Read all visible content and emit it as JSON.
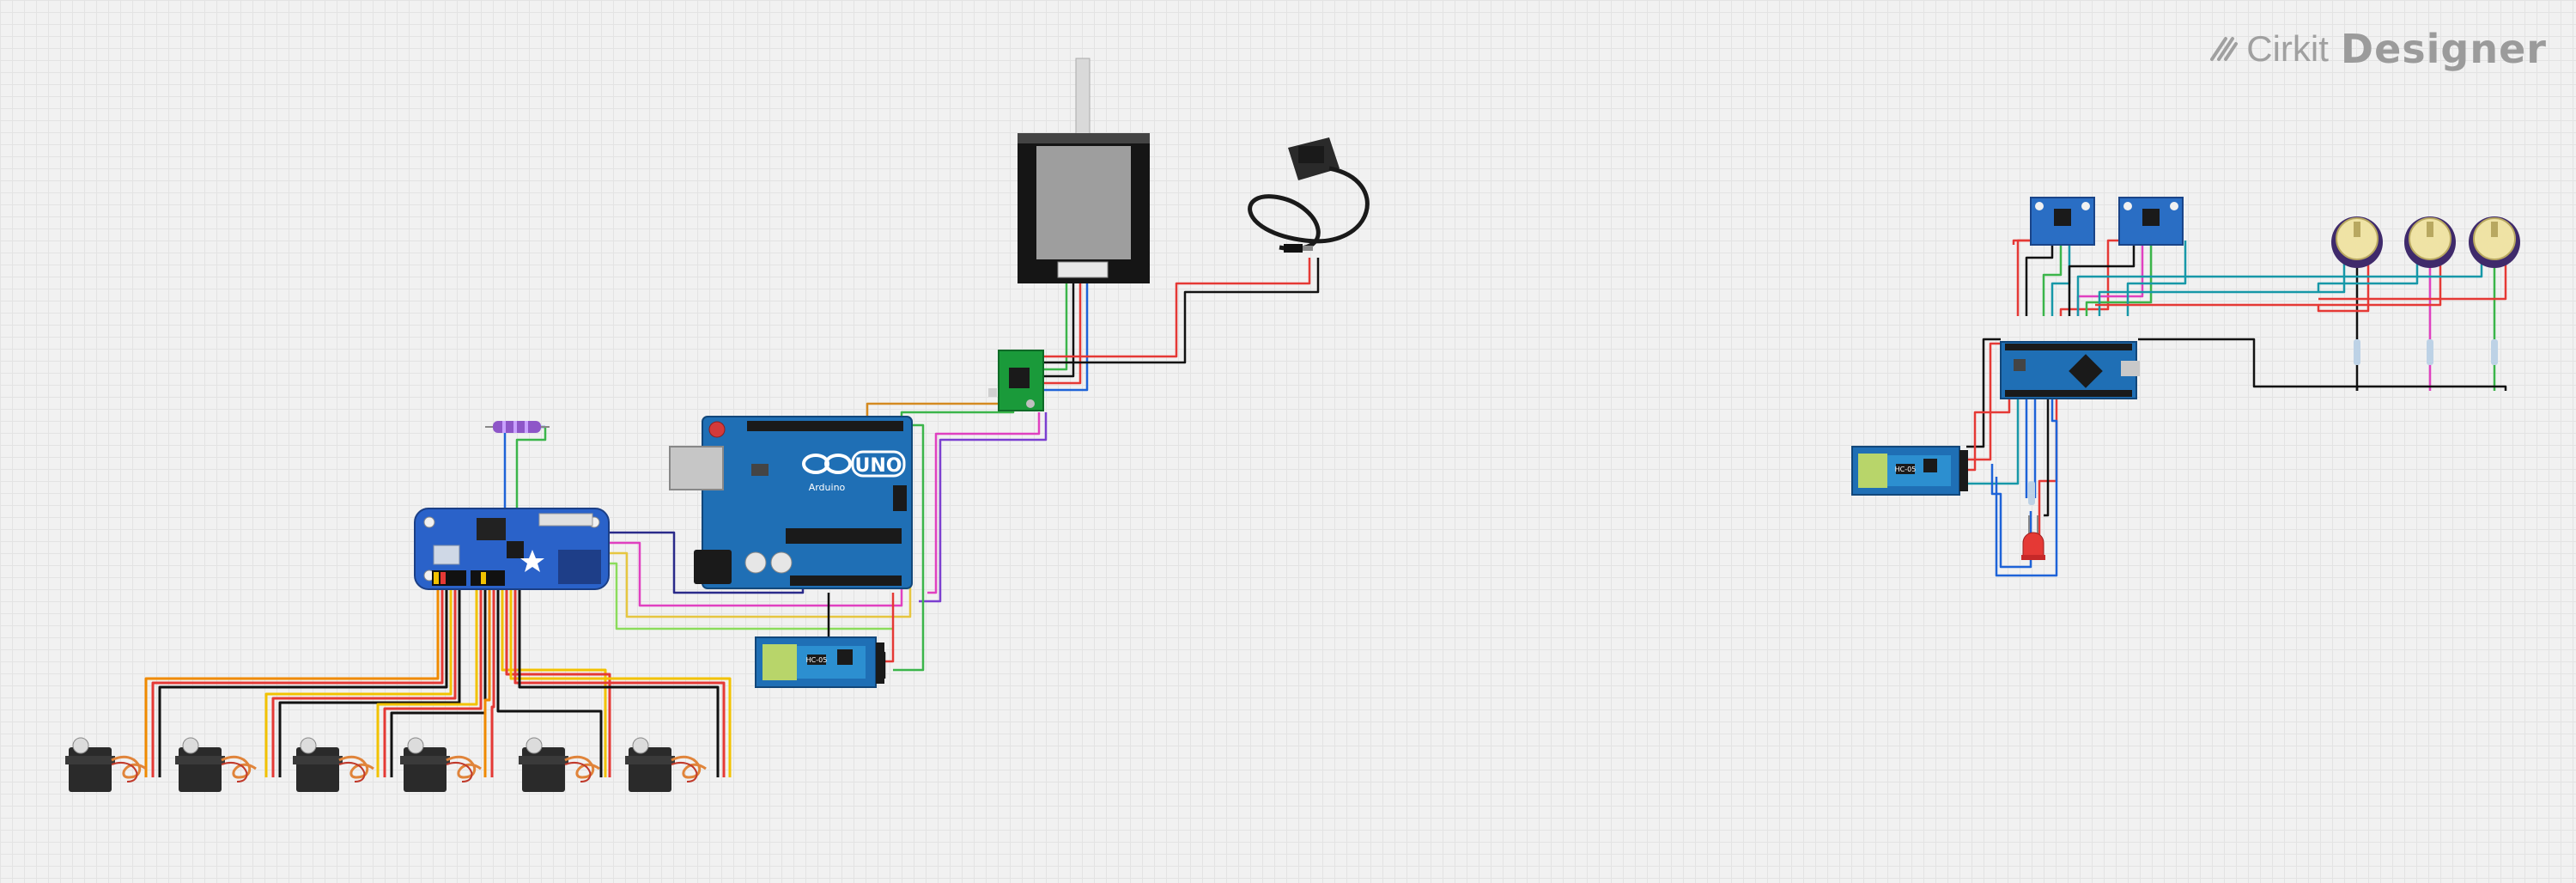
{
  "branding": {
    "brand": "Cirkit",
    "product": "Designer",
    "icon": "cirkit-slash-icon"
  },
  "labels": {
    "uno": "UNO",
    "arduino": "Arduino",
    "bt_module_left": "HC-05",
    "bt_module_right": "HC-05"
  },
  "colors": {
    "canvas": "#f1f1f1",
    "grid": "#e3e3e3",
    "board_blue": "#1f6fb5",
    "pca_blue": "#2a62c9",
    "driver_green": "#1a9a3a",
    "pot_yellow": "#efe3a5",
    "pot_purple": "#3f2a6b",
    "wire_red": "#e53935",
    "wire_black": "#111111",
    "wire_yellow": "#f2c200",
    "wire_orange": "#f08a00",
    "wire_green": "#3bb54a",
    "wire_blue": "#1e63d8",
    "wire_pink": "#e040c0",
    "wire_purple": "#7b3fd0",
    "wire_teal": "#1798a8"
  }
}
